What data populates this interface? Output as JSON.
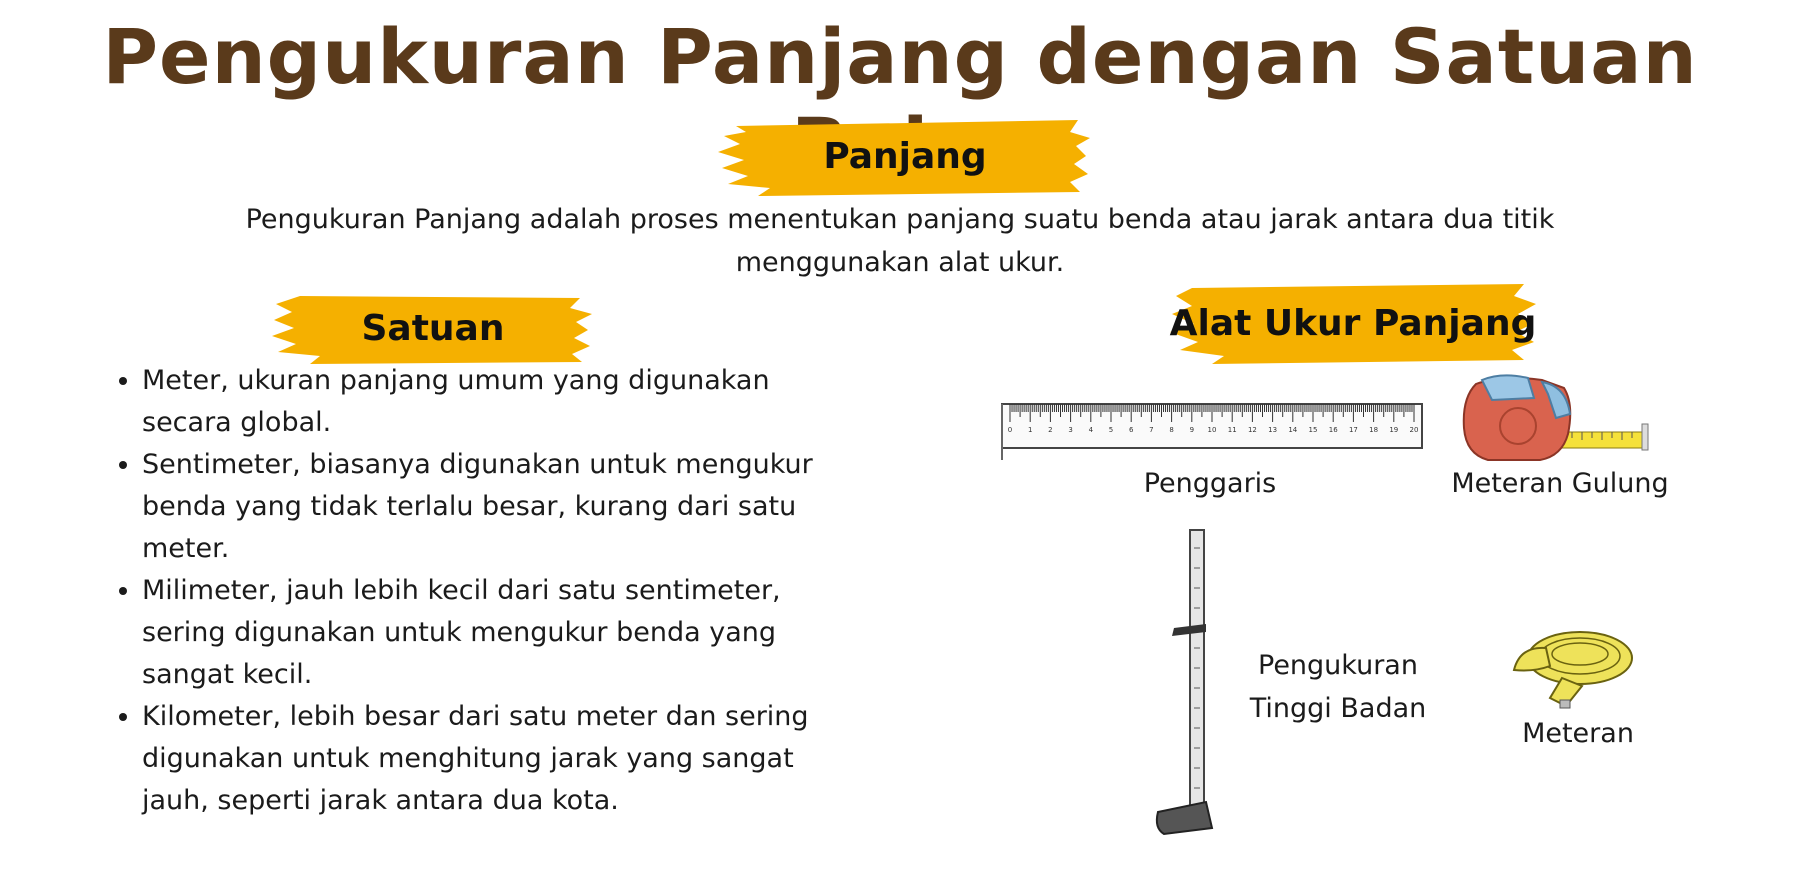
{
  "title": "Pengukuran Panjang dengan Satuan Baku",
  "sections": {
    "panjang": {
      "heading": "Panjang",
      "description": "Pengukuran Panjang adalah proses menentukan panjang suatu benda atau jarak antara dua titik menggunakan alat ukur."
    },
    "satuan": {
      "heading": "Satuan",
      "items": [
        "Meter, ukuran panjang umum yang digunakan secara global.",
        "Sentimeter, biasanya digunakan untuk mengukur benda yang tidak terlalu besar, kurang dari satu meter.",
        "Milimeter, jauh lebih kecil dari satu sentimeter, sering digunakan untuk mengukur benda yang sangat kecil.",
        "Kilometer, lebih besar dari satu meter dan sering digunakan untuk menghitung jarak yang sangat jauh, seperti jarak antara dua kota."
      ]
    },
    "alat_ukur": {
      "heading": "Alat Ukur Panjang",
      "tools": [
        {
          "label": "Penggaris",
          "icon": "ruler-icon"
        },
        {
          "label": "Meteran Gulung",
          "icon": "tape-measure-icon"
        },
        {
          "label": "Pengukuran\nTinggi Badan",
          "icon": "height-gauge-icon"
        },
        {
          "label": "Meteran",
          "icon": "measuring-tape-roll-icon"
        }
      ]
    }
  },
  "colors": {
    "title": "#5a3a1b",
    "brush": "#f5b000",
    "text": "#1b1b1b"
  }
}
